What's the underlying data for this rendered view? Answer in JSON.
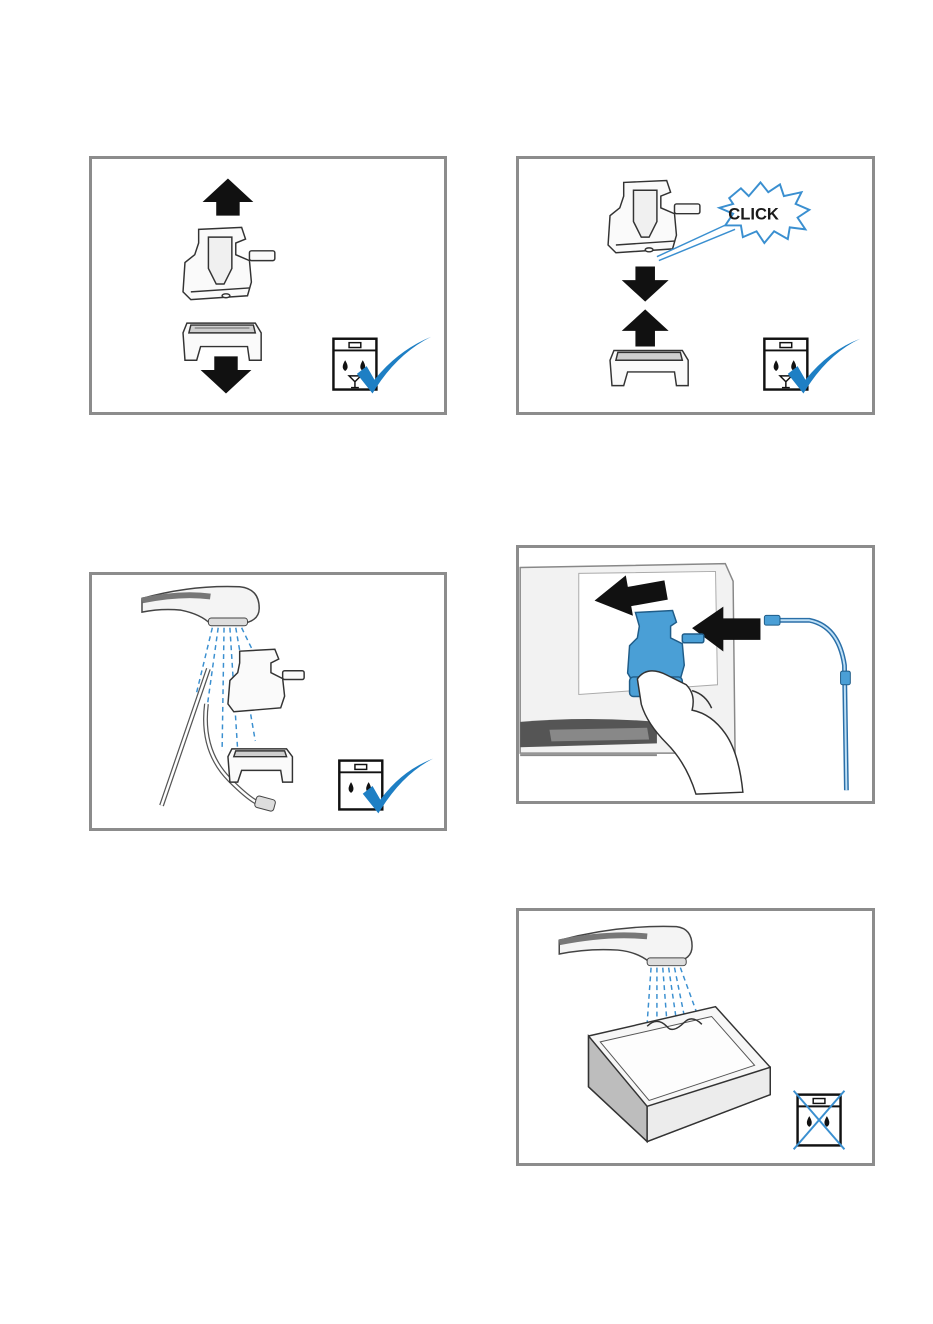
{
  "figures": [
    {
      "id": "remove-nozzle-parts"
    },
    {
      "id": "reassemble-nozzle",
      "callout": "CLICK"
    },
    {
      "id": "rinse-nozzle-parts"
    },
    {
      "id": "attach-nozzle-to-machine"
    },
    {
      "id": "rinse-drip-tray"
    }
  ],
  "icons": {
    "dishwasher_safe": "dishwasher-safe-icon",
    "not_dishwasher_safe": "not-dishwasher-safe-icon",
    "checkmark": "checkmark-icon"
  },
  "colors": {
    "frame": "#8c8c8c",
    "accent_blue": "#1e7fc4",
    "part_blue": "#4a9fd6",
    "water": "#3a8fd0"
  }
}
